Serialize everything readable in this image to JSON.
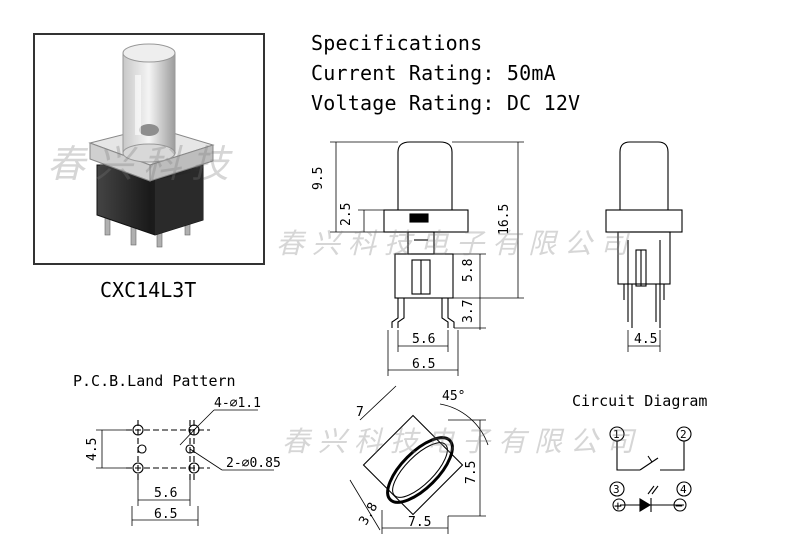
{
  "specs": {
    "title": "Specifications",
    "current": "Current Rating: 50mA",
    "voltage": "Voltage Rating: DC 12V"
  },
  "product": {
    "model": "CXC14L3T"
  },
  "watermark": {
    "photo": "春兴科技",
    "center": "春兴科技电子有限公司",
    "bottom": "春兴科技电子有限公司"
  },
  "front_view": {
    "dims": {
      "cap_height": "9.5",
      "cap_lower": "2.5",
      "total_height": "16.5",
      "body_height": "5.8",
      "pin_length": "3.7",
      "pin_spacing": "5.6",
      "body_width": "6.5"
    }
  },
  "side_view": {
    "dims": {
      "pin_spacing": "4.5"
    }
  },
  "pcb": {
    "title": "P.C.B.Land Pattern",
    "hole_large": "4-⌀1.1",
    "hole_small": "2-⌀0.85",
    "dim_vertical": "4.5",
    "dim_inner": "5.6",
    "dim_outer": "6.5"
  },
  "cap_top": {
    "dim_diag": "7",
    "angle": "45°",
    "dim_height": "7.5",
    "dim_width": "7.5",
    "dim_small": "3.8"
  },
  "circuit": {
    "title": "Circuit Diagram",
    "pins": [
      "1",
      "2",
      "3",
      "4"
    ],
    "plus": "+",
    "minus": "−"
  },
  "colors": {
    "line": "#000000",
    "watermark": "#9a9a9a",
    "switch_body": "#1a1a1a"
  }
}
